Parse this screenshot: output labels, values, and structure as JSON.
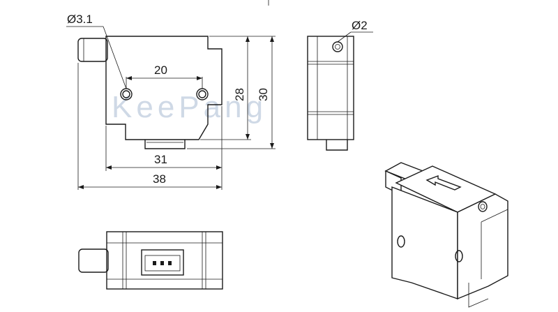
{
  "drawing": {
    "watermark": "KeePang",
    "dimensions": {
      "hole_diameter_front": "Ø3.1",
      "hole_spacing": "20",
      "inner_height": "28",
      "outer_height": "30",
      "inner_width": "31",
      "outer_width": "38",
      "hole_diameter_side": "Ø2"
    }
  }
}
